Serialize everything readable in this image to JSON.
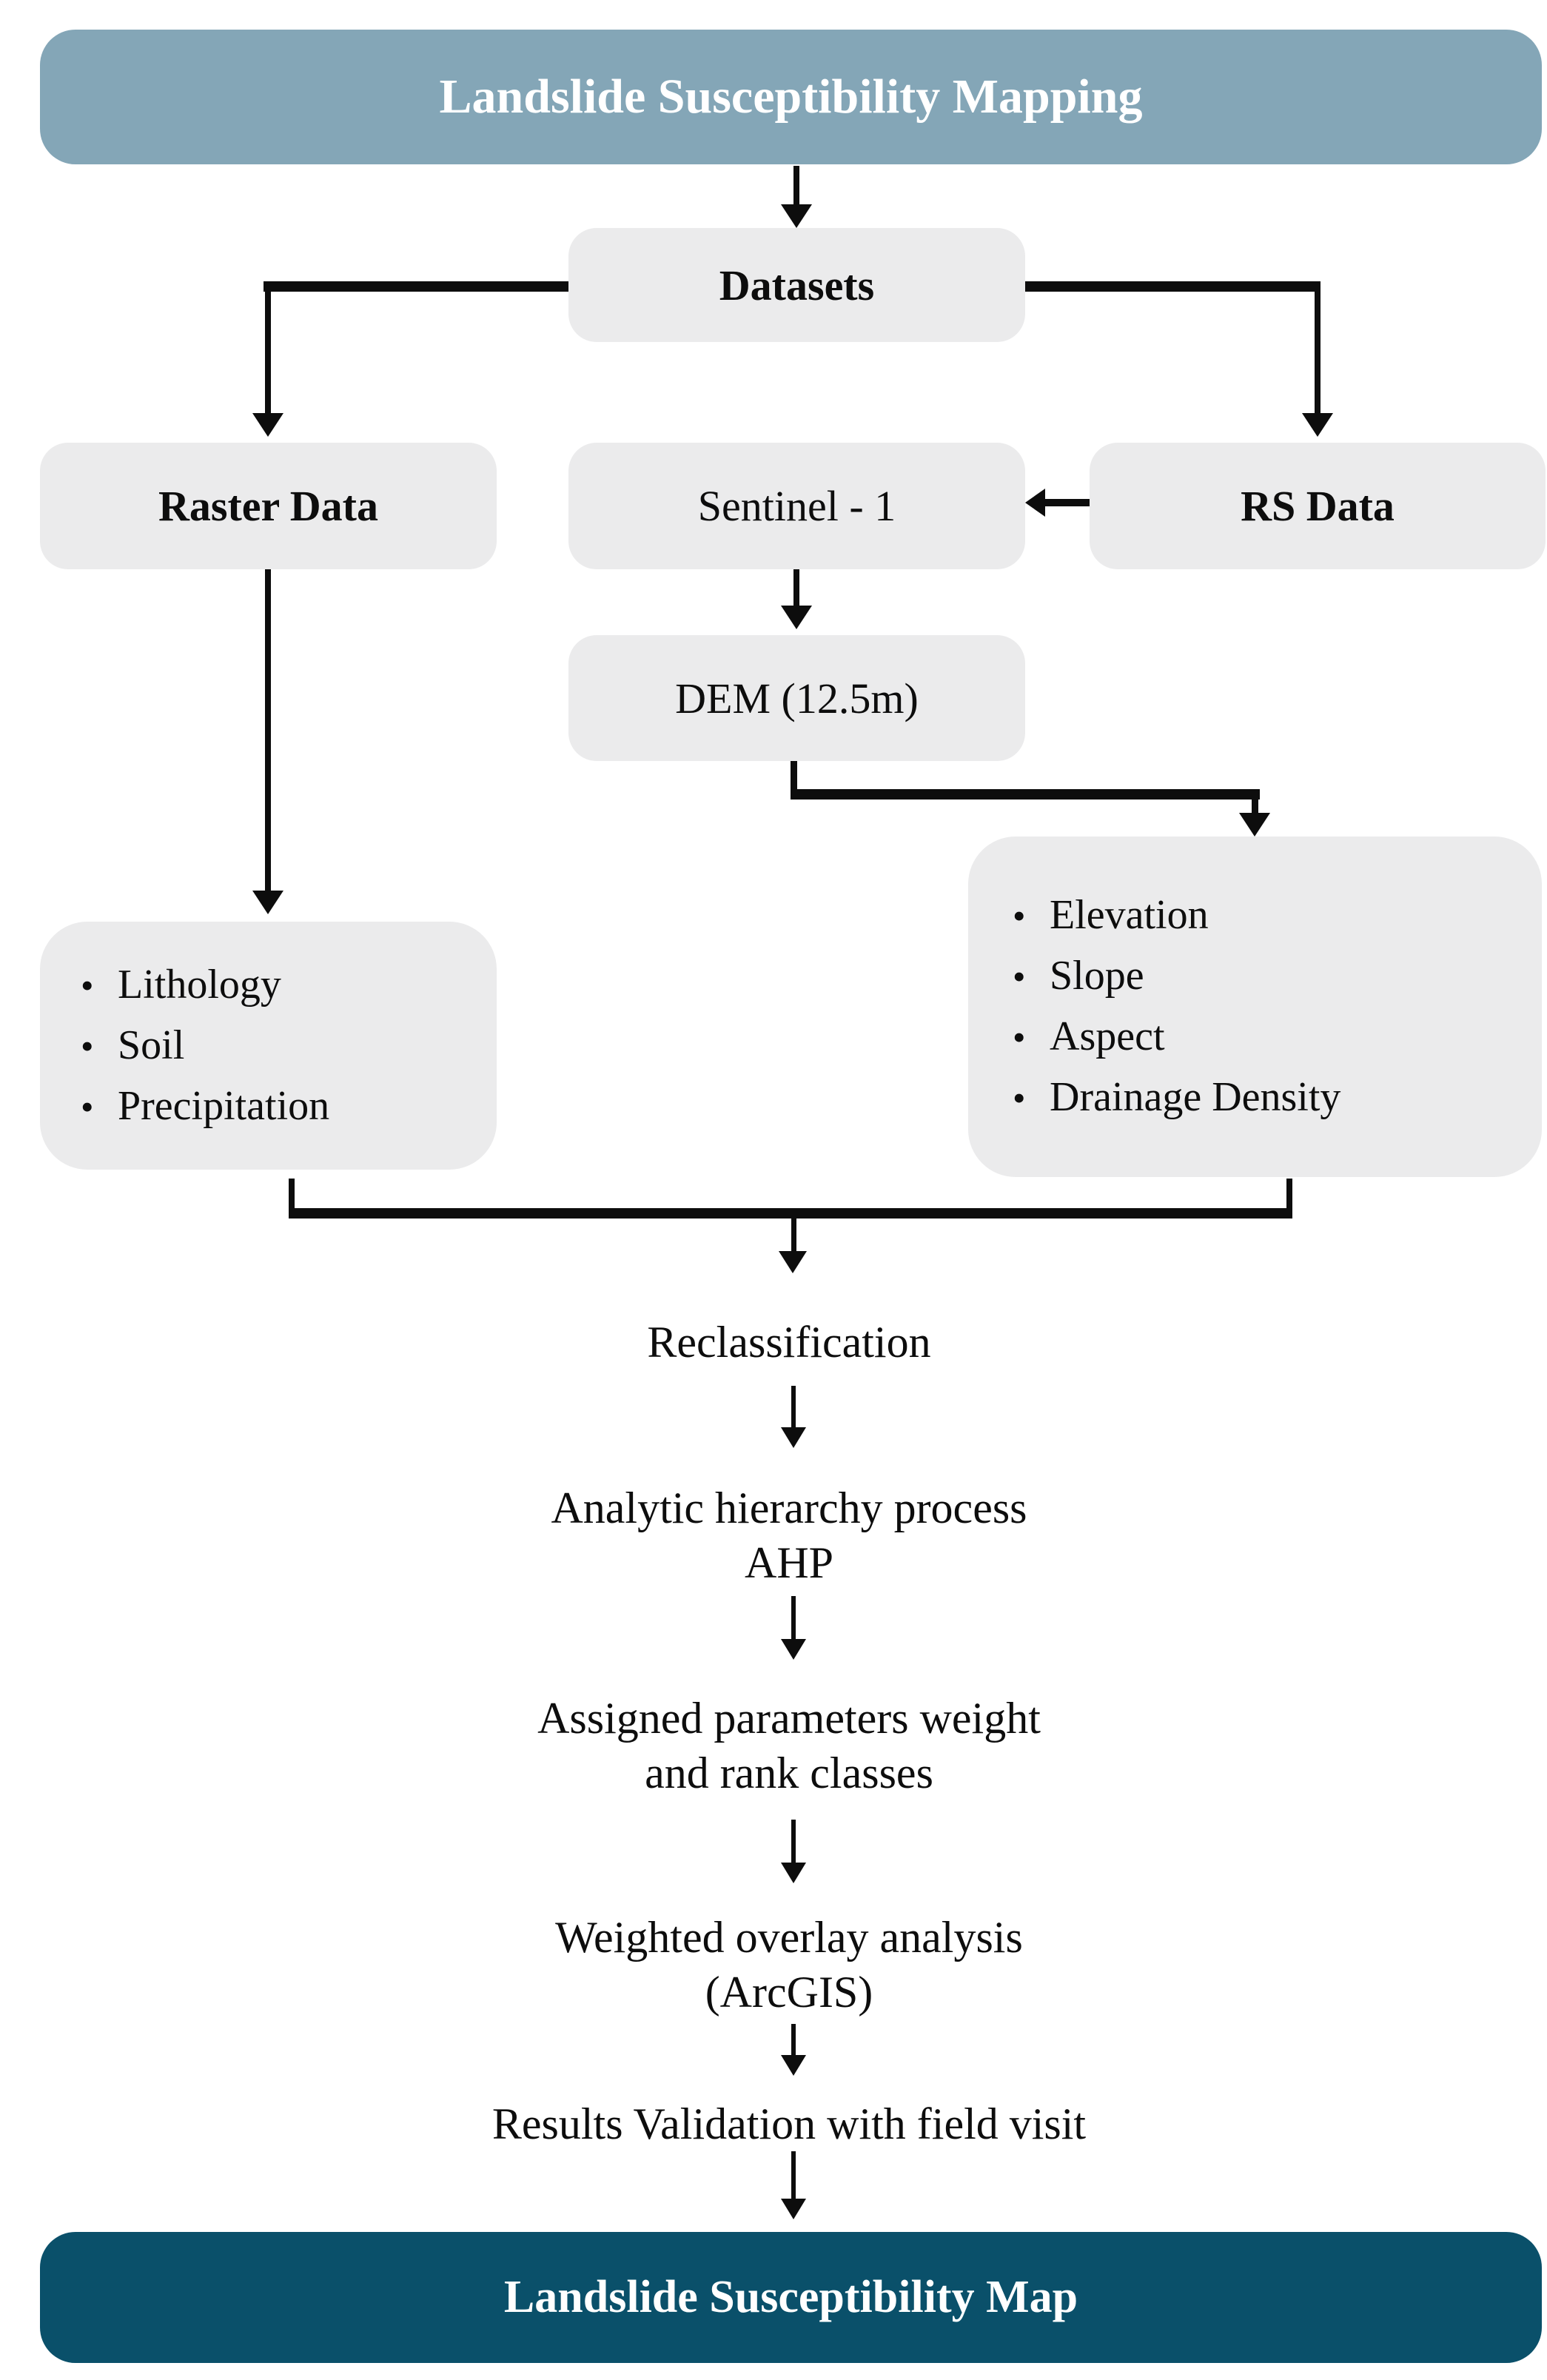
{
  "header": {
    "title": "Landslide Susceptibility Mapping"
  },
  "footer": {
    "title": "Landslide Susceptibility Map"
  },
  "nodes": {
    "datasets": "Datasets",
    "raster_data": "Raster Data",
    "sentinel1": "Sentinel - 1",
    "rs_data": "RS Data",
    "dem": "DEM (12.5m)"
  },
  "raster_layers": {
    "items": [
      "Lithology",
      "Soil",
      "Precipitation"
    ]
  },
  "dem_derivatives": {
    "items": [
      "Elevation",
      "Slope",
      "Aspect",
      "Drainage Density"
    ]
  },
  "process_steps": [
    {
      "lines": [
        "Reclassification"
      ]
    },
    {
      "lines": [
        "Analytic hierarchy process",
        "AHP"
      ]
    },
    {
      "lines": [
        "Assigned parameters weight",
        "and rank classes"
      ]
    },
    {
      "lines": [
        "Weighted overlay analysis",
        "(ArcGIS)"
      ]
    },
    {
      "lines": [
        "Results Validation with field visit"
      ]
    }
  ],
  "colors": {
    "header_bg": "#84a6b7",
    "footer_bg": "#0a506a",
    "node_bg": "#ebebec",
    "line": "#0d0d0d",
    "banner_text": "#ffffff"
  }
}
